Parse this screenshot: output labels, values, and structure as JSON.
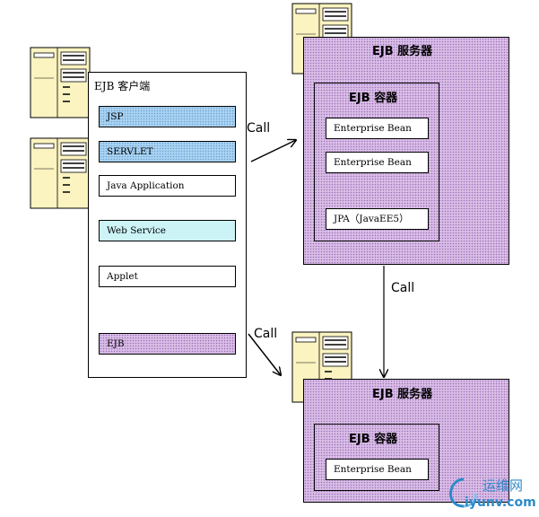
{
  "client": {
    "title": "EJB 客户端",
    "items": [
      {
        "label": "JSP",
        "style": "blue"
      },
      {
        "label": "SERVLET",
        "style": "blue"
      },
      {
        "label": "Java Application",
        "style": "white"
      },
      {
        "label": "Web Service",
        "style": "cyan"
      },
      {
        "label": "Applet",
        "style": "white"
      },
      {
        "label": "EJB",
        "style": "purple"
      }
    ]
  },
  "server1": {
    "title": "EJB 服务器",
    "container": {
      "title": "EJB 容器",
      "items": [
        "Enterprise Bean",
        "Enterprise Bean",
        "JPA（JavaEE5）"
      ]
    }
  },
  "server2": {
    "title": "EJB 服务器",
    "container": {
      "title": "EJB 容器",
      "items": [
        "Enterprise Bean"
      ]
    }
  },
  "calls": {
    "client_to_server1": "Call",
    "server1_to_server2": "Call",
    "client_to_server2": "Call"
  },
  "colors": {
    "blue_fill": "#a9d3f2",
    "purple_fill": "#d9bde6",
    "cyan_fill": "#ccf3f6",
    "computer_fill": "#fbf3c0"
  },
  "watermark": {
    "line1": "运维网",
    "line2": "iyunv.com"
  }
}
